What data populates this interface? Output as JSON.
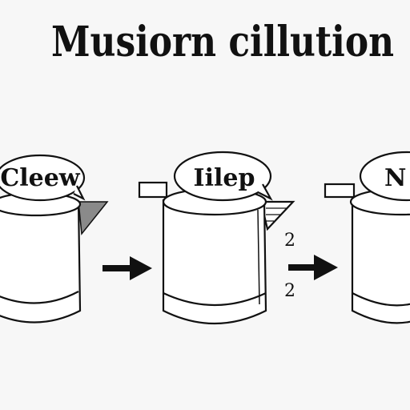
{
  "title": "Musiorn cillution",
  "steps": [
    {
      "label": "Cleew"
    },
    {
      "label": "Iilep"
    },
    {
      "label": "N"
    }
  ],
  "side_numbers": [
    "2",
    "2"
  ],
  "colors": {
    "ink": "#111111",
    "fill": "#ffffff",
    "background": "#f7f7f7"
  }
}
